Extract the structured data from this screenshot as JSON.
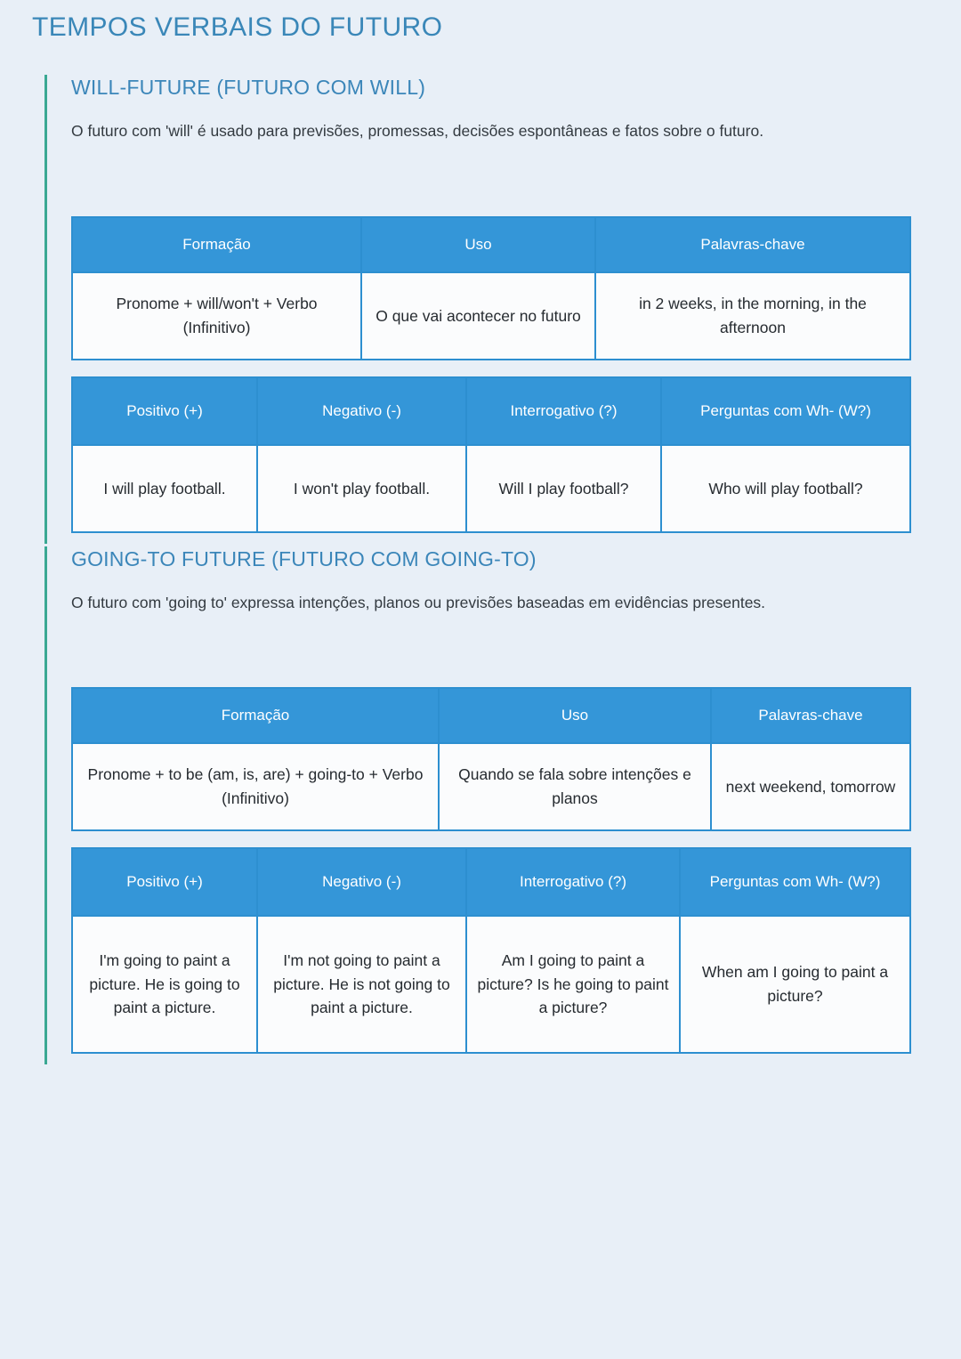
{
  "page": {
    "title": "TEMPOS VERBAIS DO FUTURO",
    "background_color": "#e8eff7",
    "title_color": "#3a87b8",
    "accent_bar_color": "#3aa893",
    "table_header_color": "#3496d8",
    "table_border_color": "#2d8fd0",
    "cell_background_color": "#fbfcfd",
    "body_text_color": "#333a40"
  },
  "sections": [
    {
      "heading": "WILL-FUTURE (FUTURO COM WILL)",
      "description": "O futuro com 'will' é usado para previsões, promessas, decisões espontâneas e fatos sobre o futuro.",
      "formation_table": {
        "headers": [
          "Formação",
          "Uso",
          "Palavras-chave"
        ],
        "rows": [
          [
            "Pronome + will/won't + Verbo (Infinitivo)",
            "O que vai acontecer no futuro",
            "in 2 weeks, in the morning, in the afternoon"
          ]
        ]
      },
      "forms_table": {
        "headers": [
          "Positivo (+)",
          "Negativo (-)",
          "Interrogativo (?)",
          "Perguntas com Wh- (W?)"
        ],
        "rows": [
          [
            "I will play football.",
            "I won't play football.",
            "Will I play football?",
            "Who will play football?"
          ]
        ]
      }
    },
    {
      "heading": "GOING-TO FUTURE (FUTURO COM GOING-TO)",
      "description": "O futuro com 'going to' expressa intenções, planos ou previsões baseadas em evidências presentes.",
      "formation_table": {
        "headers": [
          "Formação",
          "Uso",
          "Palavras-chave"
        ],
        "rows": [
          [
            "Pronome + to be (am, is, are) + going-to + Verbo (Infinitivo)",
            "Quando se fala sobre intenções e planos",
            "next weekend, tomorrow"
          ]
        ]
      },
      "forms_table": {
        "headers": [
          "Positivo (+)",
          "Negativo (-)",
          "Interrogativo (?)",
          "Perguntas com Wh- (W?)"
        ],
        "rows": [
          [
            "I'm going to paint a picture. He is going to paint a picture.",
            "I'm not going to paint a picture. He is not going to paint a picture.",
            "Am I going to paint a picture? Is he going to paint a picture?",
            "When am I going to paint a picture?"
          ]
        ]
      }
    }
  ]
}
